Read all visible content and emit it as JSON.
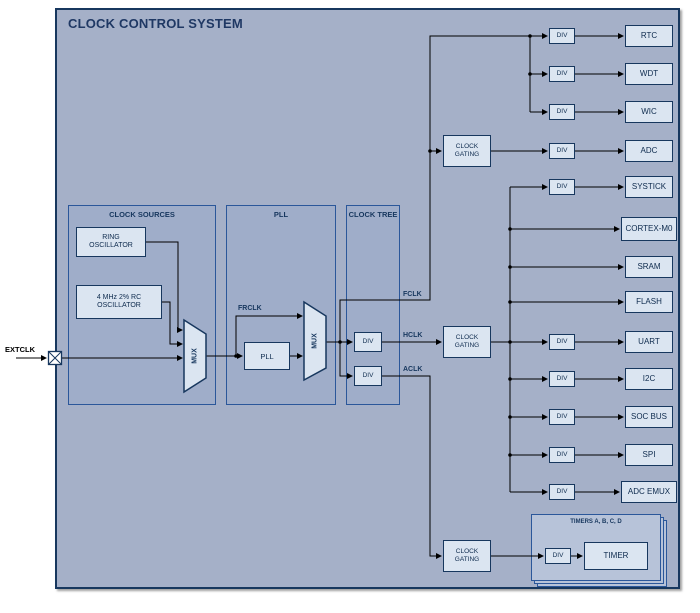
{
  "title": "CLOCK CONTROL SYSTEM",
  "signals": {
    "extclk": "EXTCLK",
    "frclk": "FRCLK",
    "fclk": "FCLK",
    "hclk": "HCLK",
    "aclk": "ACLK"
  },
  "panels": {
    "clock_sources": "CLOCK SOURCES",
    "pll": "PLL",
    "clock_tree": "CLOCK TREE",
    "timers": "TIMERS A, B, C, D"
  },
  "labels": {
    "mux": "MUX",
    "div": "DIV",
    "clock_gating": "CLOCK GATING",
    "pll": "PLL",
    "ring_oscillator": "RING OSCILLATOR",
    "rc_oscillator": "4 MHz 2% RC OSCILLATOR",
    "timer": "TIMER"
  },
  "peripherals": [
    {
      "label": "RTC",
      "has_div": true,
      "clock": "FCLK"
    },
    {
      "label": "WDT",
      "has_div": true,
      "clock": "FCLK"
    },
    {
      "label": "WIC",
      "has_div": true,
      "clock": "FCLK"
    },
    {
      "label": "ADC",
      "has_div": true,
      "clock": "FCLK"
    },
    {
      "label": "SYSTICK",
      "has_div": true,
      "clock": "HCLK"
    },
    {
      "label": "CORTEX-M0",
      "has_div": false,
      "clock": "HCLK"
    },
    {
      "label": "SRAM",
      "has_div": false,
      "clock": "HCLK"
    },
    {
      "label": "FLASH",
      "has_div": false,
      "clock": "HCLK"
    },
    {
      "label": "UART",
      "has_div": true,
      "clock": "HCLK"
    },
    {
      "label": "I2C",
      "has_div": true,
      "clock": "HCLK"
    },
    {
      "label": "SOC BUS",
      "has_div": true,
      "clock": "HCLK"
    },
    {
      "label": "SPI",
      "has_div": true,
      "clock": "HCLK"
    },
    {
      "label": "ADC EMUX",
      "has_div": true,
      "clock": "HCLK"
    },
    {
      "label": "TIMER",
      "has_div": true,
      "clock": "ACLK"
    }
  ],
  "colors": {
    "panel_fill": "#a5b0c8",
    "panel_border": "#17375e",
    "subpanel_fill": "#9fadc9",
    "subpanel_border": "#2b579a",
    "box_fill": "#dbe5f1",
    "box_border": "#17375e",
    "timers_fill": "#b7c3d9",
    "title": "#1f3864",
    "wire": "#000000"
  }
}
